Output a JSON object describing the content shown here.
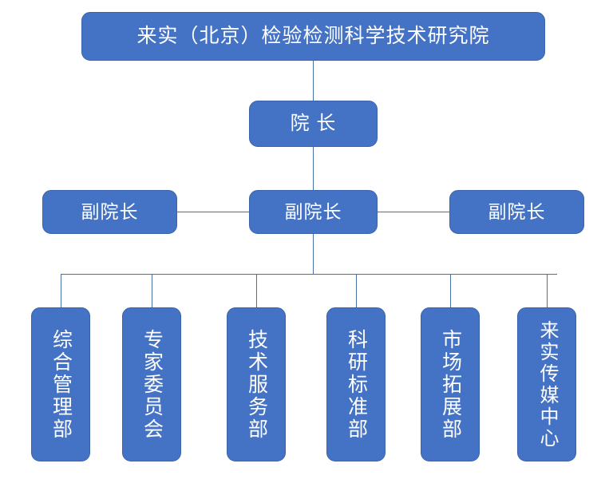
{
  "chart": {
    "type": "organization-chart",
    "title": "来实（北京）检验检测科学技术研究院",
    "colors": {
      "node_fill": "#4472C4",
      "node_border": "#3a63ad",
      "node_text": "#FFFFFF",
      "connector": "#4472a8",
      "background": "#FFFFFF"
    },
    "levels": [
      {
        "level": 1,
        "name": "institute",
        "nodes": [
          {
            "label": "来实（北京）检验检测科学技术研究院",
            "orientation": "horizontal"
          }
        ]
      },
      {
        "level": 2,
        "name": "president",
        "nodes": [
          {
            "label": "院 长",
            "orientation": "horizontal"
          }
        ]
      },
      {
        "level": 3,
        "name": "vice-presidents",
        "nodes": [
          {
            "label": "副院长",
            "orientation": "horizontal"
          },
          {
            "label": "副院长",
            "orientation": "horizontal"
          },
          {
            "label": "副院长",
            "orientation": "horizontal"
          }
        ]
      },
      {
        "level": 4,
        "name": "departments",
        "nodes": [
          {
            "label": "综合管理部",
            "orientation": "vertical"
          },
          {
            "label": "专家委员会",
            "orientation": "vertical"
          },
          {
            "label": "技术服务部",
            "orientation": "vertical"
          },
          {
            "label": "科研标准部",
            "orientation": "vertical"
          },
          {
            "label": "市场拓展部",
            "orientation": "vertical"
          },
          {
            "label": "来实传媒中心",
            "orientation": "vertical"
          }
        ]
      }
    ]
  }
}
